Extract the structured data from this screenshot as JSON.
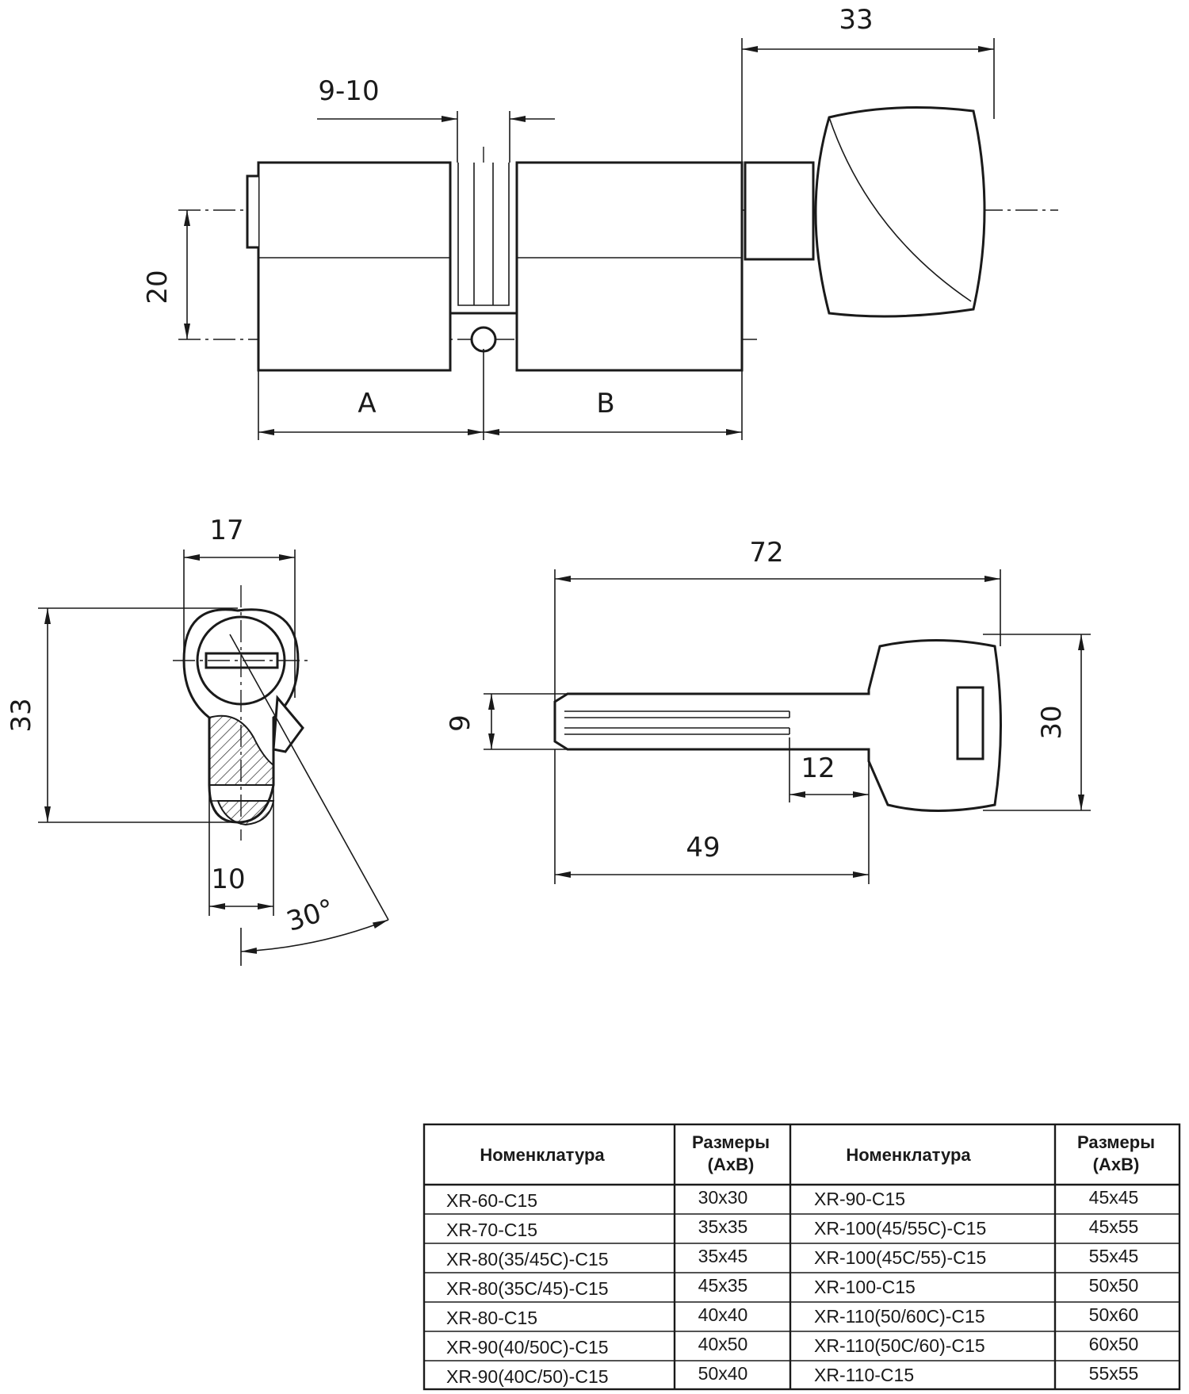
{
  "dimensions": {
    "knob_length": "33",
    "slot_width": "9-10",
    "axis_spacing": "20",
    "side_a": "A",
    "side_b": "B",
    "profile_width": "17",
    "profile_height": "33",
    "cam_width": "10",
    "cam_angle": "30°",
    "key_length": "72",
    "blade_height": "9",
    "bow_height": "30",
    "shoulder_gap": "12",
    "blade_length": "49"
  },
  "table": {
    "headers": {
      "name_left": "Номенклатура",
      "size_left": [
        "Размеры",
        "(АхВ)"
      ],
      "name_right": "Номенклатура",
      "size_right": [
        "Размеры",
        "(АхВ)"
      ]
    },
    "rows": [
      {
        "name_left": "XR-60-C15",
        "size_left": "30x30",
        "name_right": "XR-90-C15",
        "size_right": "45x45"
      },
      {
        "name_left": "XR-70-C15",
        "size_left": "35x35",
        "name_right": "XR-100(45/55C)-C15",
        "size_right": "45x55"
      },
      {
        "name_left": "XR-80(35/45C)-C15",
        "size_left": "35x45",
        "name_right": "XR-100(45C/55)-C15",
        "size_right": "55x45"
      },
      {
        "name_left": "XR-80(35C/45)-C15",
        "size_left": "45x35",
        "name_right": "XR-100-C15",
        "size_right": "50x50"
      },
      {
        "name_left": "XR-80-C15",
        "size_left": "40x40",
        "name_right": "XR-110(50/60C)-C15",
        "size_right": "50x60"
      },
      {
        "name_left": "XR-90(40/50C)-C15",
        "size_left": "40x50",
        "name_right": "XR-110(50C/60)-C15",
        "size_right": "60x50"
      },
      {
        "name_left": "XR-90(40C/50)-C15",
        "size_left": "50x40",
        "name_right": "XR-110-C15",
        "size_right": "55x55"
      }
    ]
  }
}
